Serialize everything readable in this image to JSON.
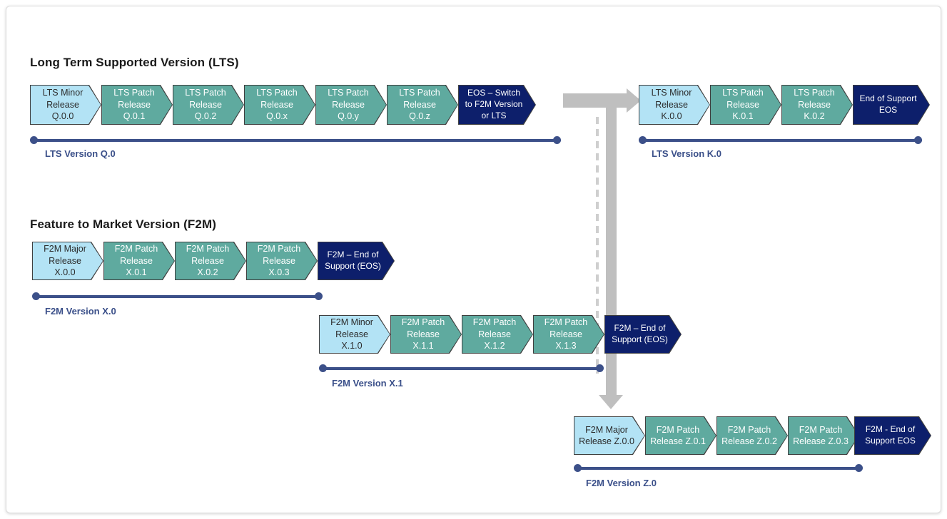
{
  "diagram": {
    "title_lts": "Long Term Supported Version (LTS)",
    "title_f2m": "Feature to Market Version (F2M)"
  },
  "colors": {
    "light_blue": "#b3e3f5",
    "teal": "#5faa9f",
    "navy": "#0d1f6b",
    "timeline": "#3c5089",
    "connector_gray": "#bfbfbf",
    "dashed_gray": "#cfcfcf"
  },
  "rows": {
    "lts_q0": {
      "timeline_label": "LTS Version Q.0",
      "nodes": [
        {
          "line1": "LTS Minor",
          "line2": "Release Q.0.0",
          "style": "light"
        },
        {
          "line1": "LTS Patch",
          "line2": "Release Q.0.1",
          "style": "teal"
        },
        {
          "line1": "LTS Patch",
          "line2": "Release Q.0.2",
          "style": "teal"
        },
        {
          "line1": "LTS Patch",
          "line2": "Release Q.0.x",
          "style": "teal"
        },
        {
          "line1": "LTS Patch",
          "line2": "Release Q.0.y",
          "style": "teal"
        },
        {
          "line1": "LTS Patch",
          "line2": "Release Q.0.z",
          "style": "teal"
        },
        {
          "line1": "EOS – Switch",
          "line2": "to F2M Version",
          "line3": "or LTS",
          "style": "navy"
        }
      ]
    },
    "lts_k0": {
      "timeline_label": "LTS Version K.0",
      "nodes": [
        {
          "line1": "LTS Minor",
          "line2": "Release K.0.0",
          "style": "light"
        },
        {
          "line1": "LTS Patch",
          "line2": "Release K.0.1",
          "style": "teal"
        },
        {
          "line1": "LTS Patch",
          "line2": "Release K.0.2",
          "style": "teal"
        },
        {
          "line1": "End of Support",
          "line2": "EOS",
          "style": "navy"
        }
      ]
    },
    "f2m_x0": {
      "timeline_label": "F2M Version X.0",
      "nodes": [
        {
          "line1": "F2M Major",
          "line2": "Release X.0.0",
          "style": "light"
        },
        {
          "line1": "F2M Patch",
          "line2": "Release X.0.1",
          "style": "teal"
        },
        {
          "line1": "F2M Patch",
          "line2": "Release X.0.2",
          "style": "teal"
        },
        {
          "line1": "F2M Patch",
          "line2": "Release X.0.3",
          "style": "teal"
        },
        {
          "line1": "F2M – End of",
          "line2": "Support (EOS)",
          "style": "navy"
        }
      ]
    },
    "f2m_x1": {
      "timeline_label": "F2M Version X.1",
      "nodes": [
        {
          "line1": "F2M Minor",
          "line2": "Release X.1.0",
          "style": "light"
        },
        {
          "line1": "F2M Patch",
          "line2": "Release X.1.1",
          "style": "teal"
        },
        {
          "line1": "F2M Patch",
          "line2": "Release X.1.2",
          "style": "teal"
        },
        {
          "line1": "F2M Patch",
          "line2": "Release X.1.3",
          "style": "teal"
        },
        {
          "line1": "F2M – End of",
          "line2": "Support (EOS)",
          "style": "navy"
        }
      ]
    },
    "f2m_z0": {
      "timeline_label": "F2M Version Z.0",
      "nodes": [
        {
          "line1": "F2M Major",
          "line2": "Release Z.0.0",
          "style": "light"
        },
        {
          "line1": "F2M Patch",
          "line2": "Release Z.0.1",
          "style": "teal"
        },
        {
          "line1": "F2M Patch",
          "line2": "Release Z.0.2",
          "style": "teal"
        },
        {
          "line1": "F2M Patch",
          "line2": "Release Z.0.3",
          "style": "teal"
        },
        {
          "line1": "F2M - End of",
          "line2": "Support EOS",
          "style": "navy"
        }
      ]
    }
  }
}
